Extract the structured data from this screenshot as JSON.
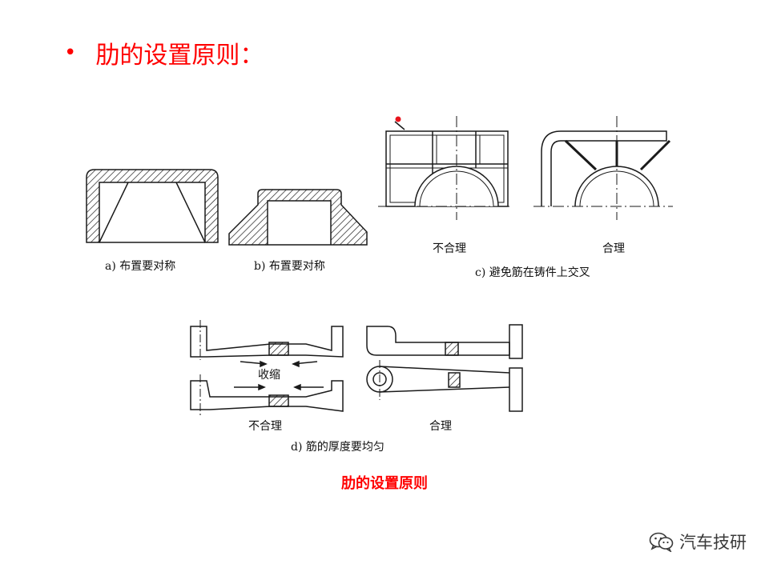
{
  "slide": {
    "bullet": "•",
    "title": "肋的设置原则："
  },
  "figure": {
    "label_a": "a) 布置要对称",
    "label_b": "b) 布置要对称",
    "label_c_bad": "不合理",
    "label_c_good": "合理",
    "label_c": "c) 避免筋在铸件上交叉",
    "label_shrink": "收缩",
    "label_d_bad": "不合理",
    "label_d_good": "合理",
    "label_d": "d) 筋的厚度要均匀"
  },
  "caption": "肋的设置原则",
  "watermark": {
    "icon": "wechat-icon",
    "text": "汽车技研"
  },
  "colors": {
    "title": "#ff0000",
    "caption": "#ff0000",
    "dot": "#e8141c",
    "ink": "#1a1a1a",
    "watermark": "#3a3a3a"
  }
}
